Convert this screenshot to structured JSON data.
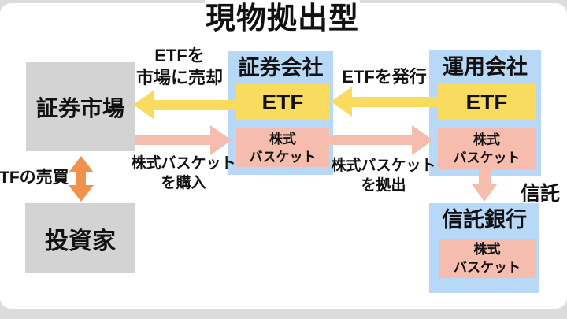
{
  "title": "現物拠出型",
  "colors": {
    "page_background": "#DCDCDC",
    "card_background": "#FFFFFF",
    "gray_node": "#D3D3D3",
    "blue_node": "#B7D8F6",
    "yellow_accent": "#F9DC5F",
    "pink_accent": "#F6BCAD",
    "orange_accent": "#F0914D",
    "text": "#111111"
  },
  "nodes": {
    "market": {
      "label": "証券市場"
    },
    "investor": {
      "label": "投資家"
    },
    "broker": {
      "title": "証券会社",
      "etf": "ETF"
    },
    "manager": {
      "title": "運用会社",
      "etf": "ETF"
    },
    "trust_bank": {
      "title": "信託銀行"
    },
    "basket": {
      "line1": "株式",
      "line2": "バスケット"
    }
  },
  "arrows": {
    "sell": {
      "line1": "ETFを",
      "line2": "市場に売却"
    },
    "issue": {
      "label": "ETFを発行"
    },
    "buy": {
      "line1": "株式バスケット",
      "line2": "を購入"
    },
    "contribute": {
      "line1": "株式バスケット",
      "line2": "を拠出"
    },
    "trust": {
      "label": "信託"
    },
    "trade": {
      "label": "ETFの売買"
    }
  }
}
